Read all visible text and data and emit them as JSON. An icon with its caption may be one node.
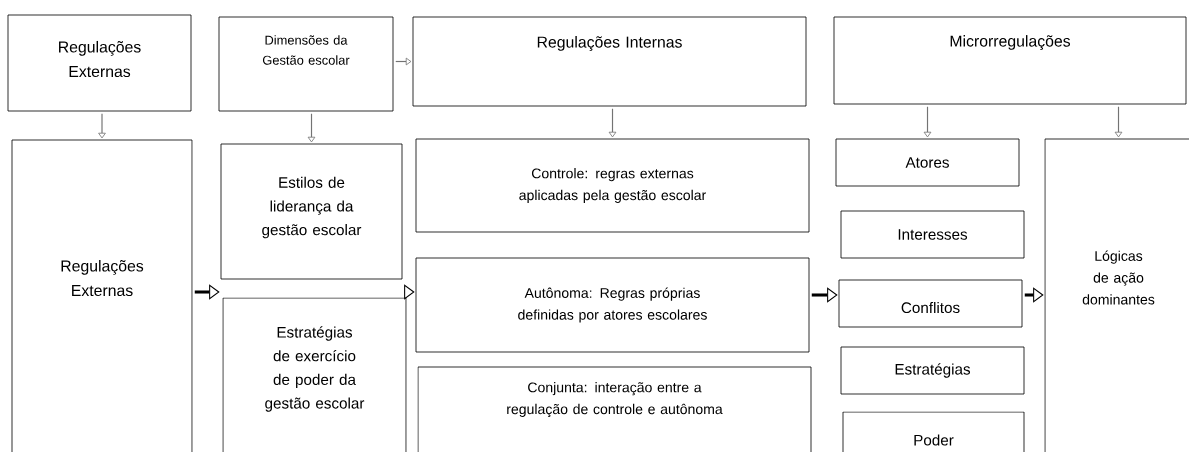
{
  "diagram": {
    "nodes": [
      {
        "text": [
          "Regulações Externas"
        ]
      },
      {
        "text": [
          "Dimensões da Gestão escolar"
        ]
      },
      {
        "text": [
          "Regulações Internas"
        ]
      },
      {
        "text": [
          "Microrregulações"
        ]
      },
      {
        "text": [
          "Regulações Externas"
        ]
      },
      {
        "text": [
          "Estilos de liderança da gestão escolar"
        ]
      },
      {
        "text": [
          "Estratégias de exercício de poder da gestão escolar"
        ]
      },
      {
        "text": [
          "Controle: regras externas aplicadas pela gestão escolar"
        ]
      },
      {
        "text": [
          "Autônoma: Regras próprias definidas por atores escolares"
        ]
      },
      {
        "text": [
          "Conjunta: interação entre a regulação de controle e autônoma"
        ]
      },
      {
        "text": [
          "Atores"
        ]
      },
      {
        "text": [
          "Interesses"
        ]
      },
      {
        "text": [
          "Conflitos"
        ]
      },
      {
        "text": [
          "Estratégias"
        ]
      },
      {
        "text": [
          "Poder"
        ]
      },
      {
        "text": [
          "Lógicas de ação dominantes"
        ]
      }
    ],
    "edges": [
      {
        "from": 0,
        "to": 4,
        "arrow": "to"
      },
      {
        "from": 1,
        "to": 2,
        "arrow": "to"
      },
      {
        "from": 1,
        "to": 5,
        "arrow": "to"
      },
      {
        "from": 2,
        "to": 7,
        "arrow": "to"
      },
      {
        "from": 3,
        "to": 10,
        "arrow": "to"
      },
      {
        "from": 3,
        "to": 15,
        "arrow": "to"
      },
      {
        "from": 4,
        "to": 5,
        "arrow": "to",
        "style": "thick",
        "color": "#000000"
      },
      {
        "from": 5,
        "to": 8,
        "arrow": "to",
        "style": "thick",
        "color": "#000000"
      },
      {
        "from": 8,
        "to": 12,
        "arrow": "to",
        "style": "thick",
        "color": "#000000"
      },
      {
        "from": 12,
        "to": 15,
        "arrow": "to",
        "style": "thick",
        "color": "#000000"
      }
    ]
  }
}
